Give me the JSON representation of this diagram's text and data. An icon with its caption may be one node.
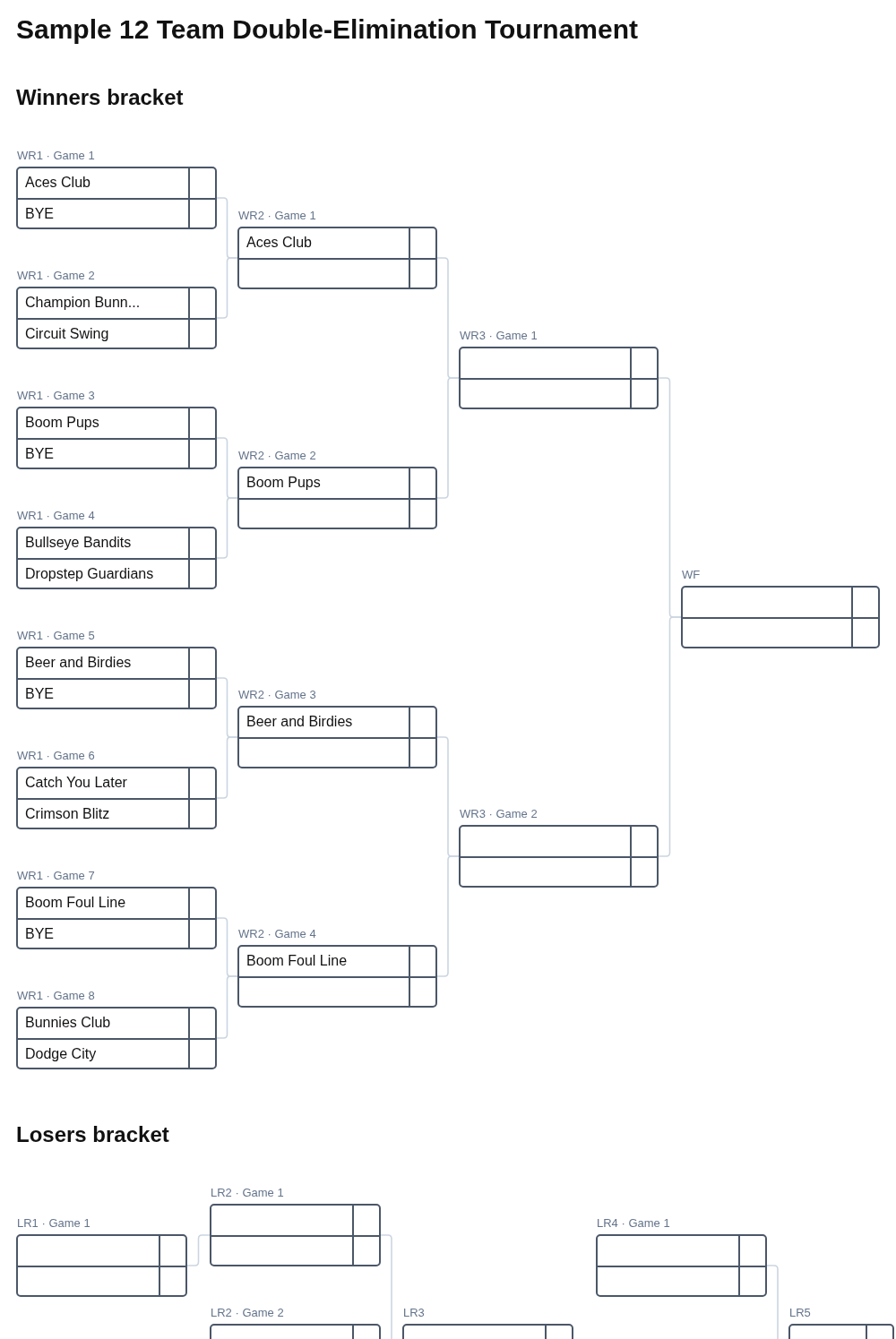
{
  "diagram": {
    "title": "Sample 12 Team Double-Elimination Tournament",
    "nodes": [
      {
        "text": [
          "Aces Club",
          "BYE"
        ],
        "beside": [
          "WR1 · Game 1"
        ]
      },
      {
        "text": [
          "Champion Bunn...",
          "Circuit Swing"
        ],
        "beside": [
          "WR1 · Game 2"
        ]
      },
      {
        "text": [
          "Boom Pups",
          "BYE"
        ],
        "beside": [
          "WR1 · Game 3"
        ]
      },
      {
        "text": [
          "Bullseye Bandits",
          "Dropstep Guardians"
        ],
        "beside": [
          "WR1 · Game 4"
        ]
      },
      {
        "text": [
          "Beer and Birdies",
          "BYE"
        ],
        "beside": [
          "WR1 · Game 5"
        ]
      },
      {
        "text": [
          "Catch You Later",
          "Crimson Blitz"
        ],
        "beside": [
          "WR1 · Game 6"
        ]
      },
      {
        "text": [
          "Boom Foul Line",
          "BYE"
        ],
        "beside": [
          "WR1 · Game 7"
        ]
      },
      {
        "text": [
          "Bunnies Club",
          "Dodge City"
        ],
        "beside": [
          "WR1 · Game 8"
        ]
      },
      {
        "text": [
          "Aces Club"
        ],
        "beside": [
          "WR2 · Game 1"
        ]
      },
      {
        "text": [
          "Boom Pups"
        ],
        "beside": [
          "WR2 · Game 2"
        ]
      },
      {
        "text": [
          "Beer and Birdies"
        ],
        "beside": [
          "WR2 · Game 3"
        ]
      },
      {
        "text": [
          "Boom Foul Line"
        ],
        "beside": [
          "WR2 · Game 4"
        ]
      },
      {
        "text": [],
        "shape": "box",
        "beside": [
          "WR3 · Game 1"
        ]
      },
      {
        "text": [],
        "shape": "box",
        "beside": [
          "WR3 · Game 2"
        ]
      },
      {
        "text": [],
        "shape": "box",
        "beside": [
          "WF"
        ]
      },
      {
        "text": [],
        "shape": "box",
        "beside": [
          "LR2 · Game 1"
        ]
      },
      {
        "text": [],
        "shape": "box",
        "beside": [
          "LR1 · Game 1"
        ]
      },
      {
        "text": [],
        "shape": "box",
        "beside": [
          "LR4 · Game 1"
        ]
      },
      {
        "text": [],
        "shape": "box",
        "beside": [
          "LR2 · Game 2"
        ]
      },
      {
        "text": [],
        "shape": "box",
        "beside": [
          "LR3"
        ]
      },
      {
        "text": [],
        "shape": "box",
        "beside": [
          "LR5"
        ]
      }
    ],
    "edges": [
      {
        "from": 0,
        "to": 8,
        "arrow": "none"
      },
      {
        "from": 1,
        "to": 8,
        "arrow": "none"
      },
      {
        "from": 2,
        "to": 9,
        "arrow": "none"
      },
      {
        "from": 3,
        "to": 9,
        "arrow": "none"
      },
      {
        "from": 4,
        "to": 10,
        "arrow": "none"
      },
      {
        "from": 5,
        "to": 10,
        "arrow": "none"
      },
      {
        "from": 6,
        "to": 11,
        "arrow": "none"
      },
      {
        "from": 7,
        "to": 11,
        "arrow": "none"
      },
      {
        "from": 8,
        "to": 12,
        "arrow": "none"
      },
      {
        "from": 9,
        "to": 12,
        "arrow": "none"
      },
      {
        "from": 10,
        "to": 13,
        "arrow": "none"
      },
      {
        "from": 11,
        "to": 13,
        "arrow": "none"
      },
      {
        "from": 12,
        "to": 14,
        "arrow": "none"
      },
      {
        "from": 13,
        "to": 14,
        "arrow": "none"
      },
      {
        "from": 16,
        "to": 15,
        "arrow": "none"
      },
      {
        "from": 15,
        "to": 19,
        "arrow": "none"
      },
      {
        "from": 17,
        "to": 20,
        "arrow": "none"
      }
    ],
    "labels": [
      "Winners bracket",
      "Losers bracket"
    ]
  }
}
